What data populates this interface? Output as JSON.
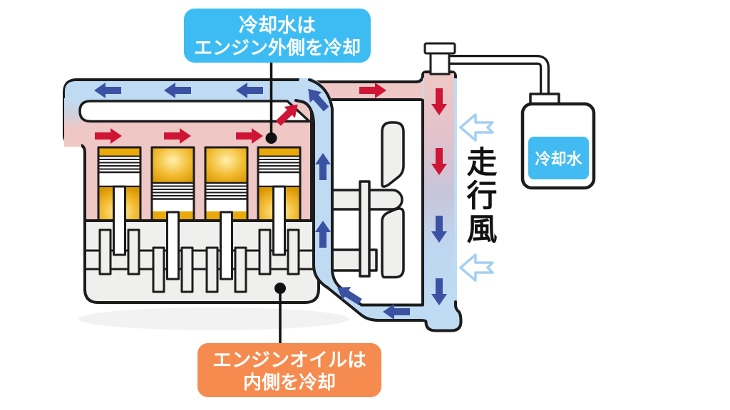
{
  "title": "engine-cooling-system-diagram",
  "callouts": {
    "coolant": {
      "line1": "冷却水は",
      "line2": "エンジン外側を冷却"
    },
    "oil": {
      "line1": "エンジンオイルは",
      "line2": "内側を冷却"
    }
  },
  "tank": {
    "label": "冷却水"
  },
  "wind": {
    "chars": [
      "走",
      "行",
      "風"
    ]
  },
  "colors": {
    "ink": "#1c1c1c",
    "pink": "#efc7c5",
    "coolblue": "#bfdbf3",
    "arrowred": "#ce1535",
    "arrowblue": "#3b52a3",
    "windblue": "#a5cff0",
    "gold": "#e9a90b",
    "goldlight": "#fff0ac",
    "metal": "#efefed",
    "calloutblue": "#3dbcf4",
    "calloutorange": "#f68b4f",
    "skyblue": "#41bbf1"
  }
}
